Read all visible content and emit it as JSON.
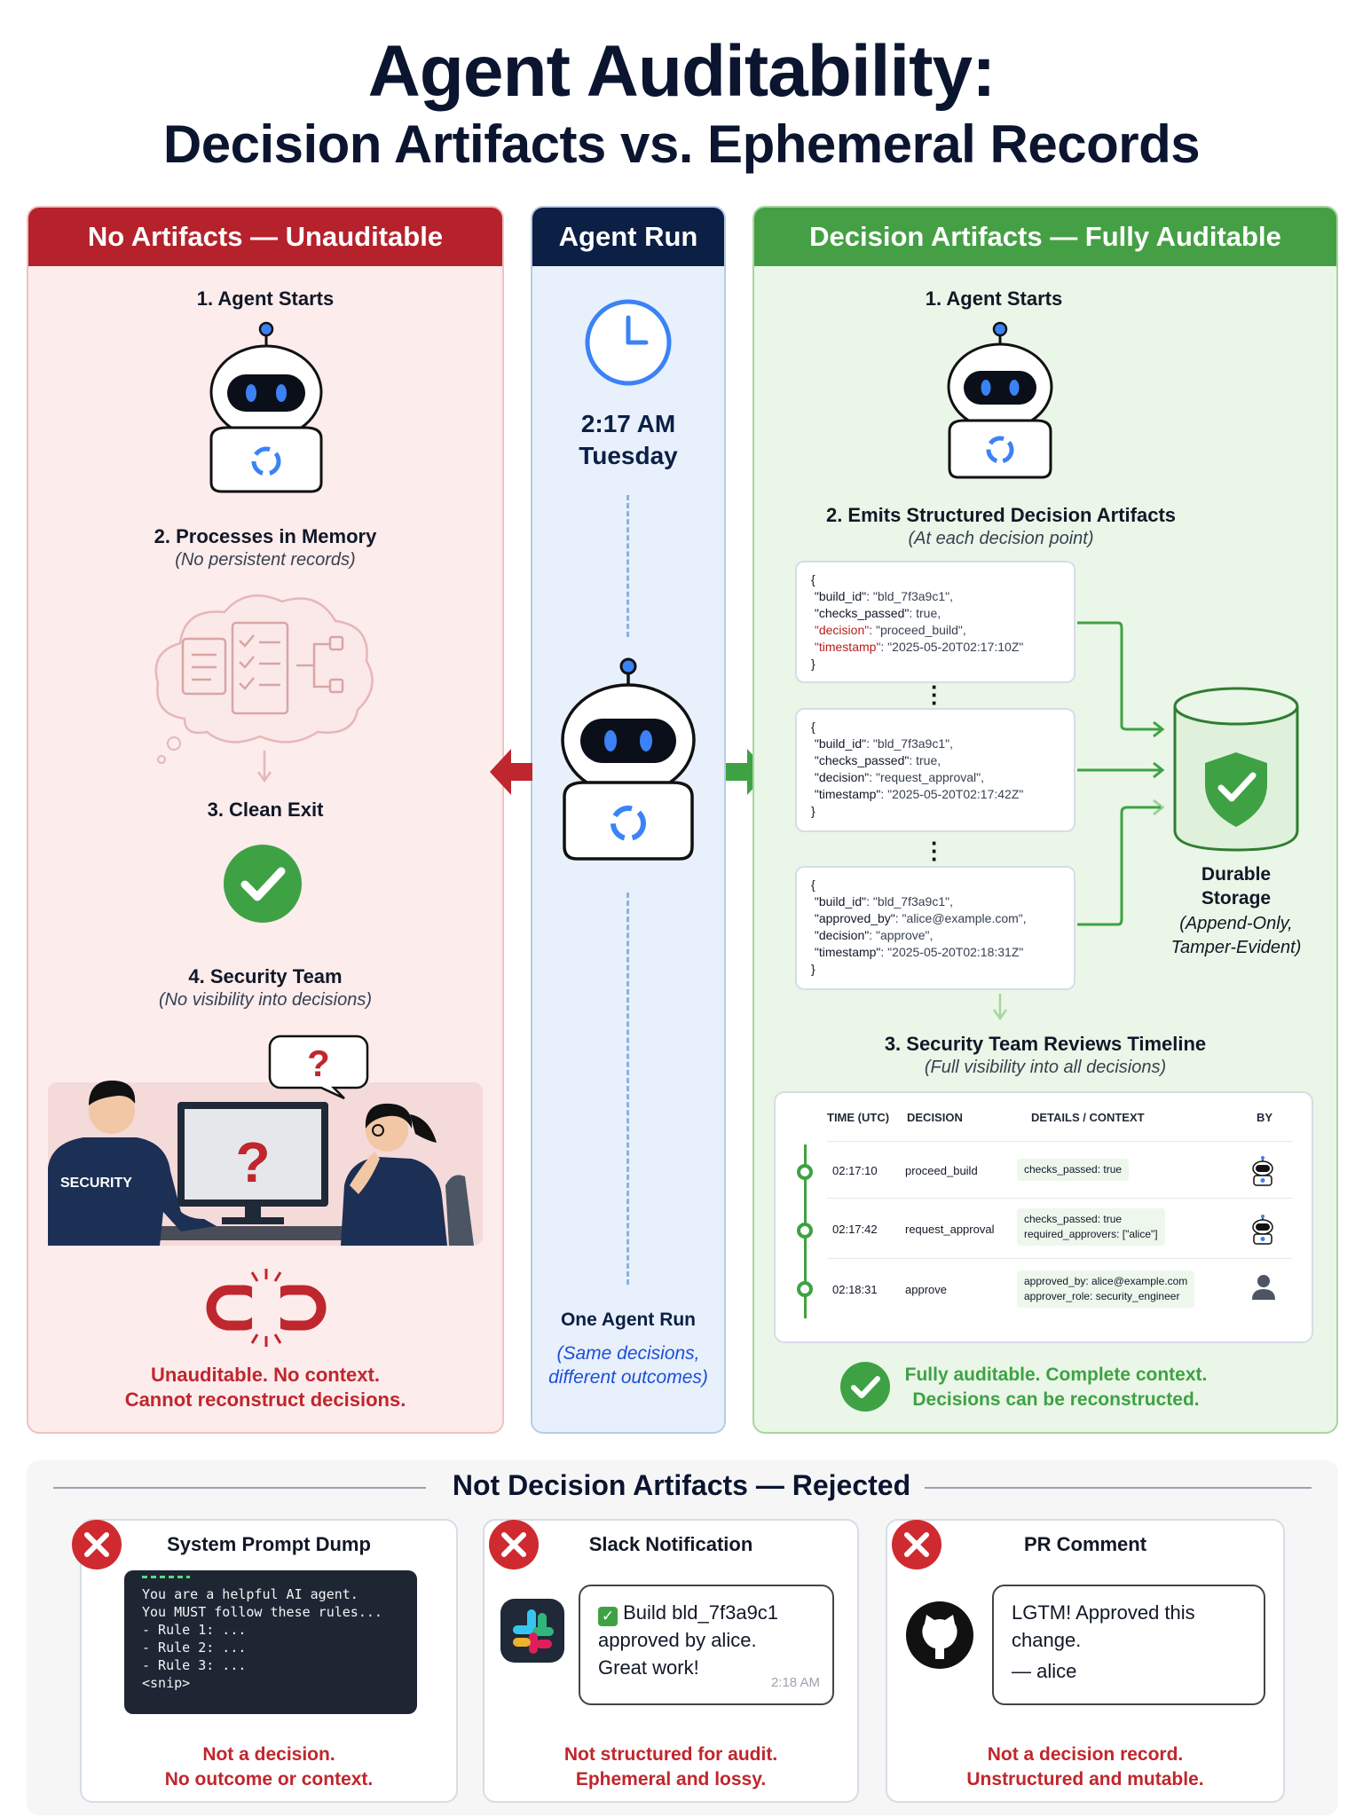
{
  "title": {
    "line1": "Agent Auditability:",
    "line2": "Decision Artifacts vs. Ephemeral Records"
  },
  "left": {
    "header": "No Artifacts — Unauditable",
    "step1": "1. Agent Starts",
    "step2": "2. Processes in Memory",
    "step2_sub": "(No persistent records)",
    "step3": "3. Clean Exit",
    "step4": "4. Security Team",
    "step4_sub": "(No visibility into decisions)",
    "security_label": "SECURITY",
    "question_mark": "?",
    "footer_1": "Unauditable. No context.",
    "footer_2": "Cannot reconstruct decisions."
  },
  "middle": {
    "header": "Agent Run",
    "time": "2:17 AM",
    "day": "Tuesday",
    "footer_title": "One Agent Run",
    "footer_sub_1": "(Same decisions,",
    "footer_sub_2": "different outcomes)"
  },
  "right": {
    "header": "Decision Artifacts — Fully Auditable",
    "step1": "1. Agent Starts",
    "step2": "2. Emits Structured Decision Artifacts",
    "step2_sub": "(At each decision point)",
    "artifacts": [
      {
        "open": "{",
        "l1k": "\"build_id\"",
        "l1v": ": \"bld_7f3a9c1\",",
        "l2k": "\"checks_passed\"",
        "l2v": ": true,",
        "l3k": "\"decision\"",
        "l3v": ": \"proceed_build\",",
        "l4k": "\"timestamp\"",
        "l4v": ": \"2025-05-20T02:17:10Z\"",
        "close": "}"
      },
      {
        "open": "{",
        "l1k": "\"build_id\"",
        "l1v": ": \"bld_7f3a9c1\",",
        "l2k": "\"checks_passed\"",
        "l2v": ": true,",
        "l3k": "\"decision\"",
        "l3v": ": \"request_approval\",",
        "l4k": "\"timestamp\"",
        "l4v": ": \"2025-05-20T02:17:42Z\"",
        "close": "}"
      },
      {
        "open": "{",
        "l1k": "\"build_id\"",
        "l1v": ": \"bld_7f3a9c1\",",
        "l2k": "\"approved_by\"",
        "l2v": ": \"alice@example.com\",",
        "l3k": "\"decision\"",
        "l3v": ": \"approve\",",
        "l4k": "\"timestamp\"",
        "l4v": ": \"2025-05-20T02:18:31Z\"",
        "close": "}"
      }
    ],
    "storage_1": "Durable",
    "storage_2": "Storage",
    "storage_3": "(Append-Only,",
    "storage_4": "Tamper-Evident)",
    "step3": "3. Security Team Reviews Timeline",
    "step3_sub": "(Full visibility into all decisions)",
    "timeline": {
      "headers": [
        "TIME (UTC)",
        "DECISION",
        "DETAILS / CONTEXT",
        "BY"
      ],
      "rows": [
        {
          "time": "02:17:10",
          "decision": "proceed_build",
          "detail1": "checks_passed: true",
          "detail2": "",
          "by": "agent"
        },
        {
          "time": "02:17:42",
          "decision": "request_approval",
          "detail1": "checks_passed: true",
          "detail2": "required_approvers: [\"alice\"]",
          "by": "agent"
        },
        {
          "time": "02:18:31",
          "decision": "approve",
          "detail1": "approved_by: alice@example.com",
          "detail2": "approver_role: security_engineer",
          "by": "person"
        }
      ]
    },
    "footer_1": "Fully auditable. Complete context.",
    "footer_2": "Decisions can be reconstructed."
  },
  "bottom": {
    "title": "Not Decision Artifacts — Rejected",
    "cards": [
      {
        "title": "System Prompt Dump",
        "code": [
          "You are a helpful AI agent.",
          "You MUST follow these rules...",
          "- Rule 1: ...",
          "- Rule 2: ...",
          "- Rule 3: ...",
          "<snip>"
        ],
        "foot1": "Not a decision.",
        "foot2": "No outcome or context."
      },
      {
        "title": "Slack Notification",
        "msg1": "Build bld_7f3a9c1",
        "msg2": "approved by alice.",
        "msg3": "Great work!",
        "time": "2:18 AM",
        "foot1": "Not structured for audit.",
        "foot2": "Ephemeral and lossy."
      },
      {
        "title": "PR Comment",
        "msg1": "LGTM! Approved this",
        "msg2": "change.",
        "msg3": "— alice",
        "foot1": "Not a decision record.",
        "foot2": "Unstructured and mutable."
      }
    ]
  },
  "colors": {
    "red": "#b5222c",
    "navy": "#0c1f45",
    "green": "#45a045",
    "check_green": "#3ea244"
  }
}
